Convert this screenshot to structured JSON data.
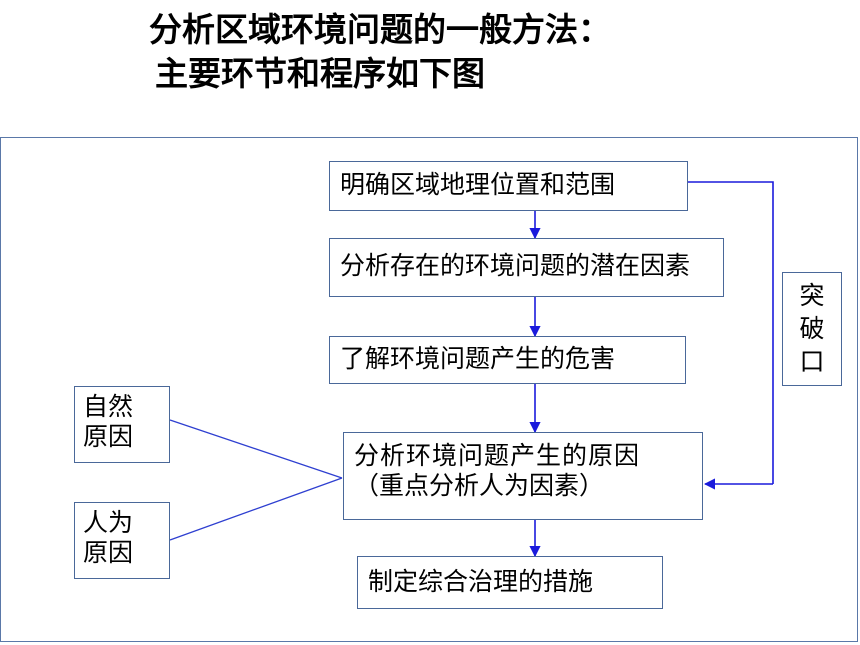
{
  "title": {
    "line1": "分析区域环境问题的一般方法：",
    "line2": "主要环节和程序如下图"
  },
  "steps": [
    "明确区域地理位置和范围",
    "分析存在的环境问题的潜在因素",
    "了解环境问题产生的危害",
    "分析环境问题产生的原因",
    "（重点分析人为因素）",
    "制定综合治理的措施"
  ],
  "side": {
    "breakthrough": [
      "突",
      "破",
      "口"
    ],
    "natural": [
      "自然",
      "原因"
    ],
    "human": [
      "人为",
      "原因"
    ]
  },
  "colors": {
    "arrow": "#1a1adc",
    "box_border": "#4a6899",
    "frame_border": "#5a78a8",
    "link": "#2e3fd0"
  }
}
